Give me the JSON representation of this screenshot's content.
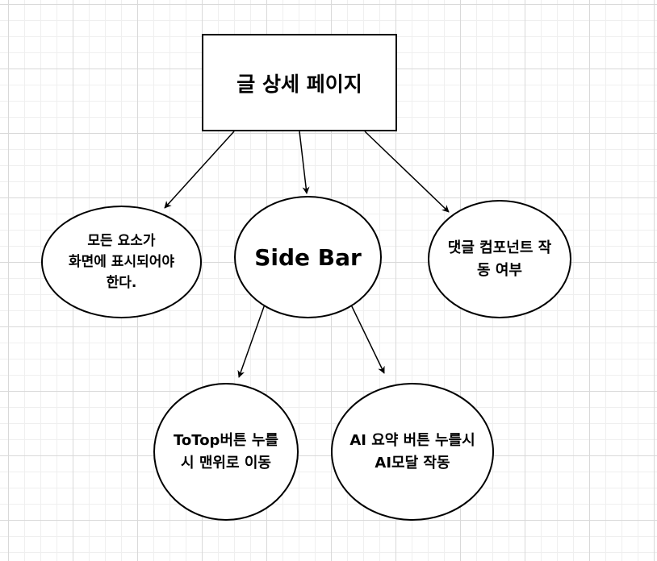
{
  "diagram": {
    "nodes": {
      "root": "글 상세 페이지",
      "left": "모든 요소가\n화면에 표시되어야\n한다.",
      "sidebar": "Side Bar",
      "right": "댓글 컴포넌트 작\n동 여부",
      "totop": "ToTop버튼 누를\n시 맨위로 이동",
      "ai": "AI 요약 버튼 누를시\nAI모달 작동"
    },
    "edges": [
      {
        "from": "root",
        "to": "left"
      },
      {
        "from": "root",
        "to": "sidebar"
      },
      {
        "from": "root",
        "to": "right"
      },
      {
        "from": "sidebar",
        "to": "totop"
      },
      {
        "from": "sidebar",
        "to": "ai"
      }
    ]
  }
}
